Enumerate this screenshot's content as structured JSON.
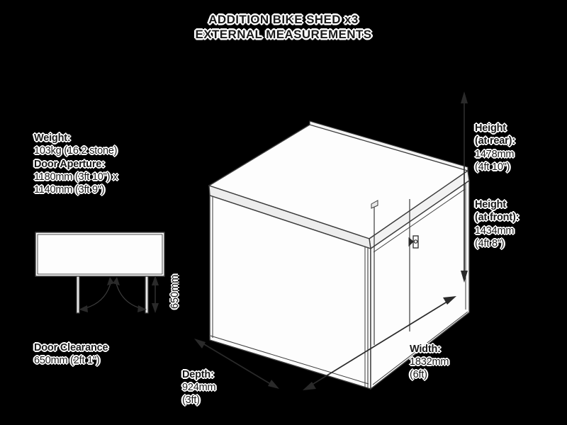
{
  "title": {
    "line1": "ADDITION BIKE SHED x3",
    "line2": "EXTERNAL MEASUREMENTS"
  },
  "specs": {
    "weight_label": "Weight:",
    "weight_value": "103kg (16.2 stone)",
    "door_aperture_label": "Door Aperture:",
    "door_aperture_line1": "1180mm (3ft 10\") x",
    "door_aperture_line2": "1140mm (3ft 9\")"
  },
  "door_clearance": {
    "label": "Door Clearance",
    "value": "650mm (2ft 1\")",
    "plan_dimension": "650mm"
  },
  "height_rear": {
    "label_line1": "Height",
    "label_line2": "(at rear):",
    "value_mm": "1478mm",
    "value_ft": "(4ft 10\")"
  },
  "height_front": {
    "label_line1": "Height",
    "label_line2": "(at front):",
    "value_mm": "1434mm",
    "value_ft": "(4ft 8\")"
  },
  "width": {
    "label": "Width:",
    "value_mm": "1832mm",
    "value_ft": "(6ft)"
  },
  "depth": {
    "label": "Depth:",
    "value_mm": "924mm",
    "value_ft": "(3ft)"
  },
  "colors": {
    "background": "#000000",
    "line": "#3c3c3c",
    "fill_light": "#fdfdfd",
    "fill_shade": "#f0f0f0",
    "text": "#1a1a1a",
    "text_halo": "#ffffff"
  },
  "icons": {
    "door_handle": "door-handle-icon"
  }
}
